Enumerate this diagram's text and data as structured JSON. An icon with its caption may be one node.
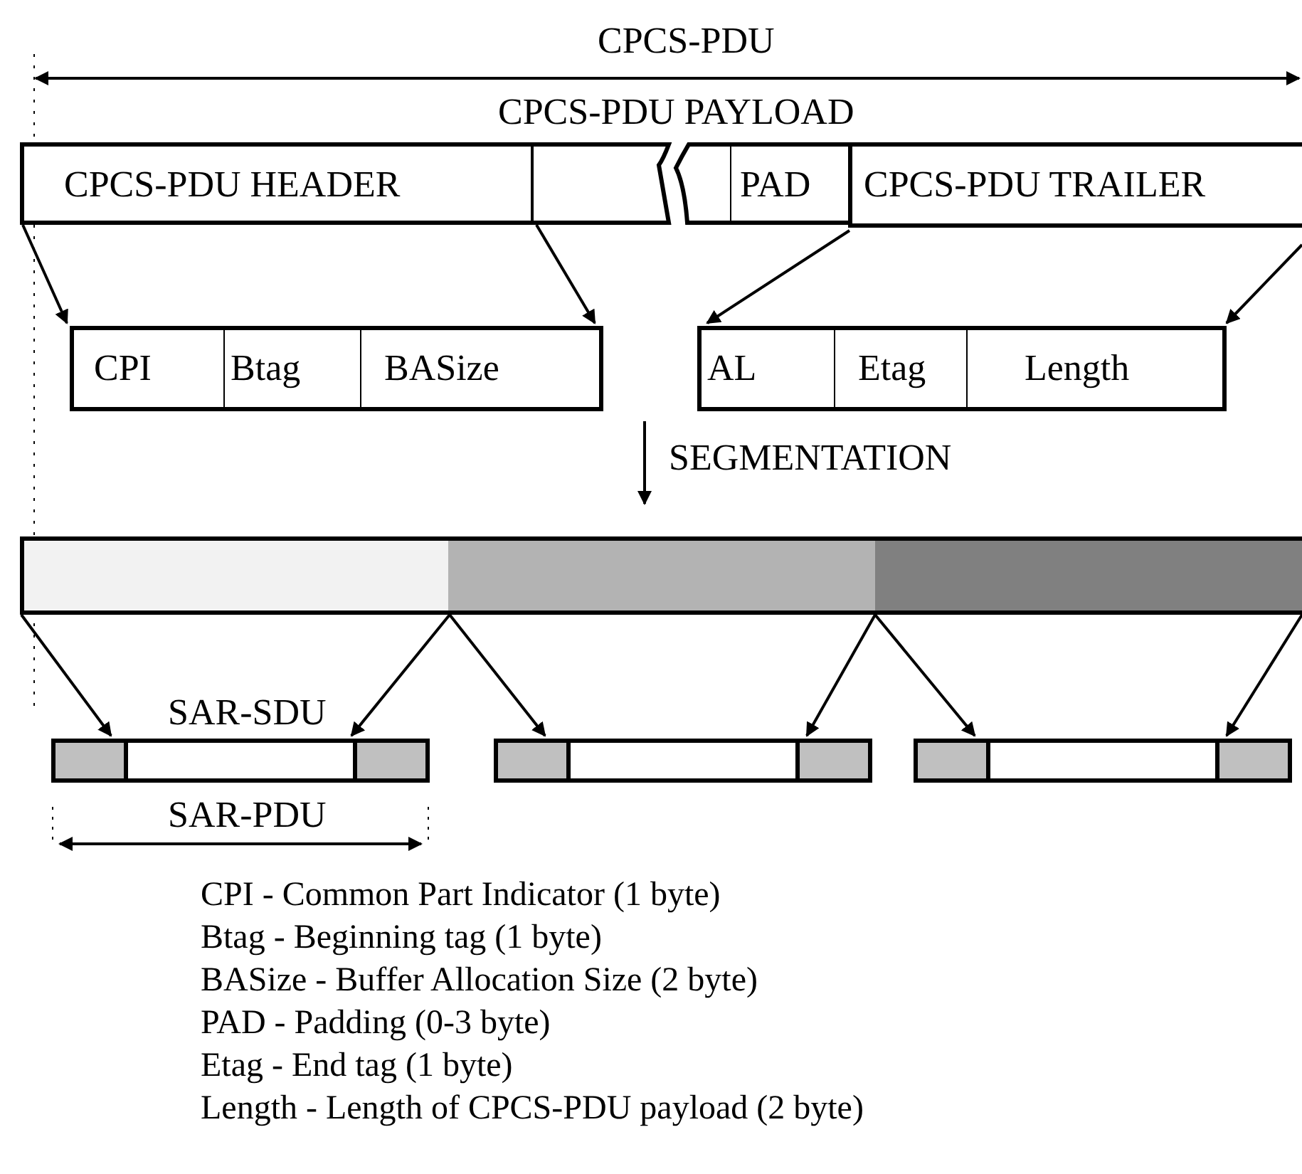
{
  "diagram": {
    "nodes": [
      {
        "text": [
          "CPCS-PDU HEADER"
        ]
      },
      {
        "text": [],
        "shape": "box"
      },
      {
        "text": [
          "PAD"
        ]
      },
      {
        "text": [
          "CPCS-PDU TRAILER"
        ]
      },
      {
        "text": [],
        "shape": "box"
      },
      {
        "text": [
          "CPI"
        ],
        "in": 4
      },
      {
        "text": [
          "Btag"
        ],
        "in": 4
      },
      {
        "text": [
          "BASize"
        ],
        "in": 4
      },
      {
        "text": [],
        "shape": "box"
      },
      {
        "text": [
          "AL"
        ],
        "in": 8
      },
      {
        "text": [
          "Etag"
        ],
        "in": 8
      },
      {
        "text": [
          "Length"
        ],
        "in": 8
      },
      {
        "text": [],
        "shape": "bar"
      },
      {
        "text": [],
        "shape": "bar"
      },
      {
        "text": [],
        "shape": "bar"
      },
      {
        "text": [],
        "shape": "bar"
      },
      {
        "text": [],
        "shape": "bar"
      },
      {
        "text": [],
        "shape": "bar"
      }
    ],
    "edges": [
      {
        "from": 0,
        "to": 4,
        "arrow": "to"
      },
      {
        "from": 0,
        "to": 4,
        "arrow": "to"
      },
      {
        "from": 3,
        "to": 8,
        "arrow": "to"
      },
      {
        "from": 3,
        "to": 8,
        "arrow": "to"
      },
      {
        "from": 12,
        "to": 15,
        "arrow": "to"
      },
      {
        "from": 12,
        "to": 15,
        "arrow": "to"
      },
      {
        "from": 13,
        "to": 16,
        "arrow": "to"
      },
      {
        "from": 13,
        "to": 16,
        "arrow": "to"
      },
      {
        "from": 14,
        "to": 17,
        "arrow": "to"
      },
      {
        "from": 14,
        "to": 17,
        "arrow": "to"
      }
    ],
    "labels": [
      "CPCS-PDU",
      "CPCS-PDU PAYLOAD",
      "SEGMENTATION",
      "SAR-SDU",
      "SAR-PDU",
      "CPI - Common Part Indicator (1 byte)",
      "Btag - Beginning tag (1 byte)",
      "BASize - Buffer Allocation Size  (2 byte)",
      "PAD - Padding (0-3 byte)",
      "Etag - End tag (1 byte)",
      "Length - Length of CPCS-PDU payload (2 byte)"
    ]
  }
}
